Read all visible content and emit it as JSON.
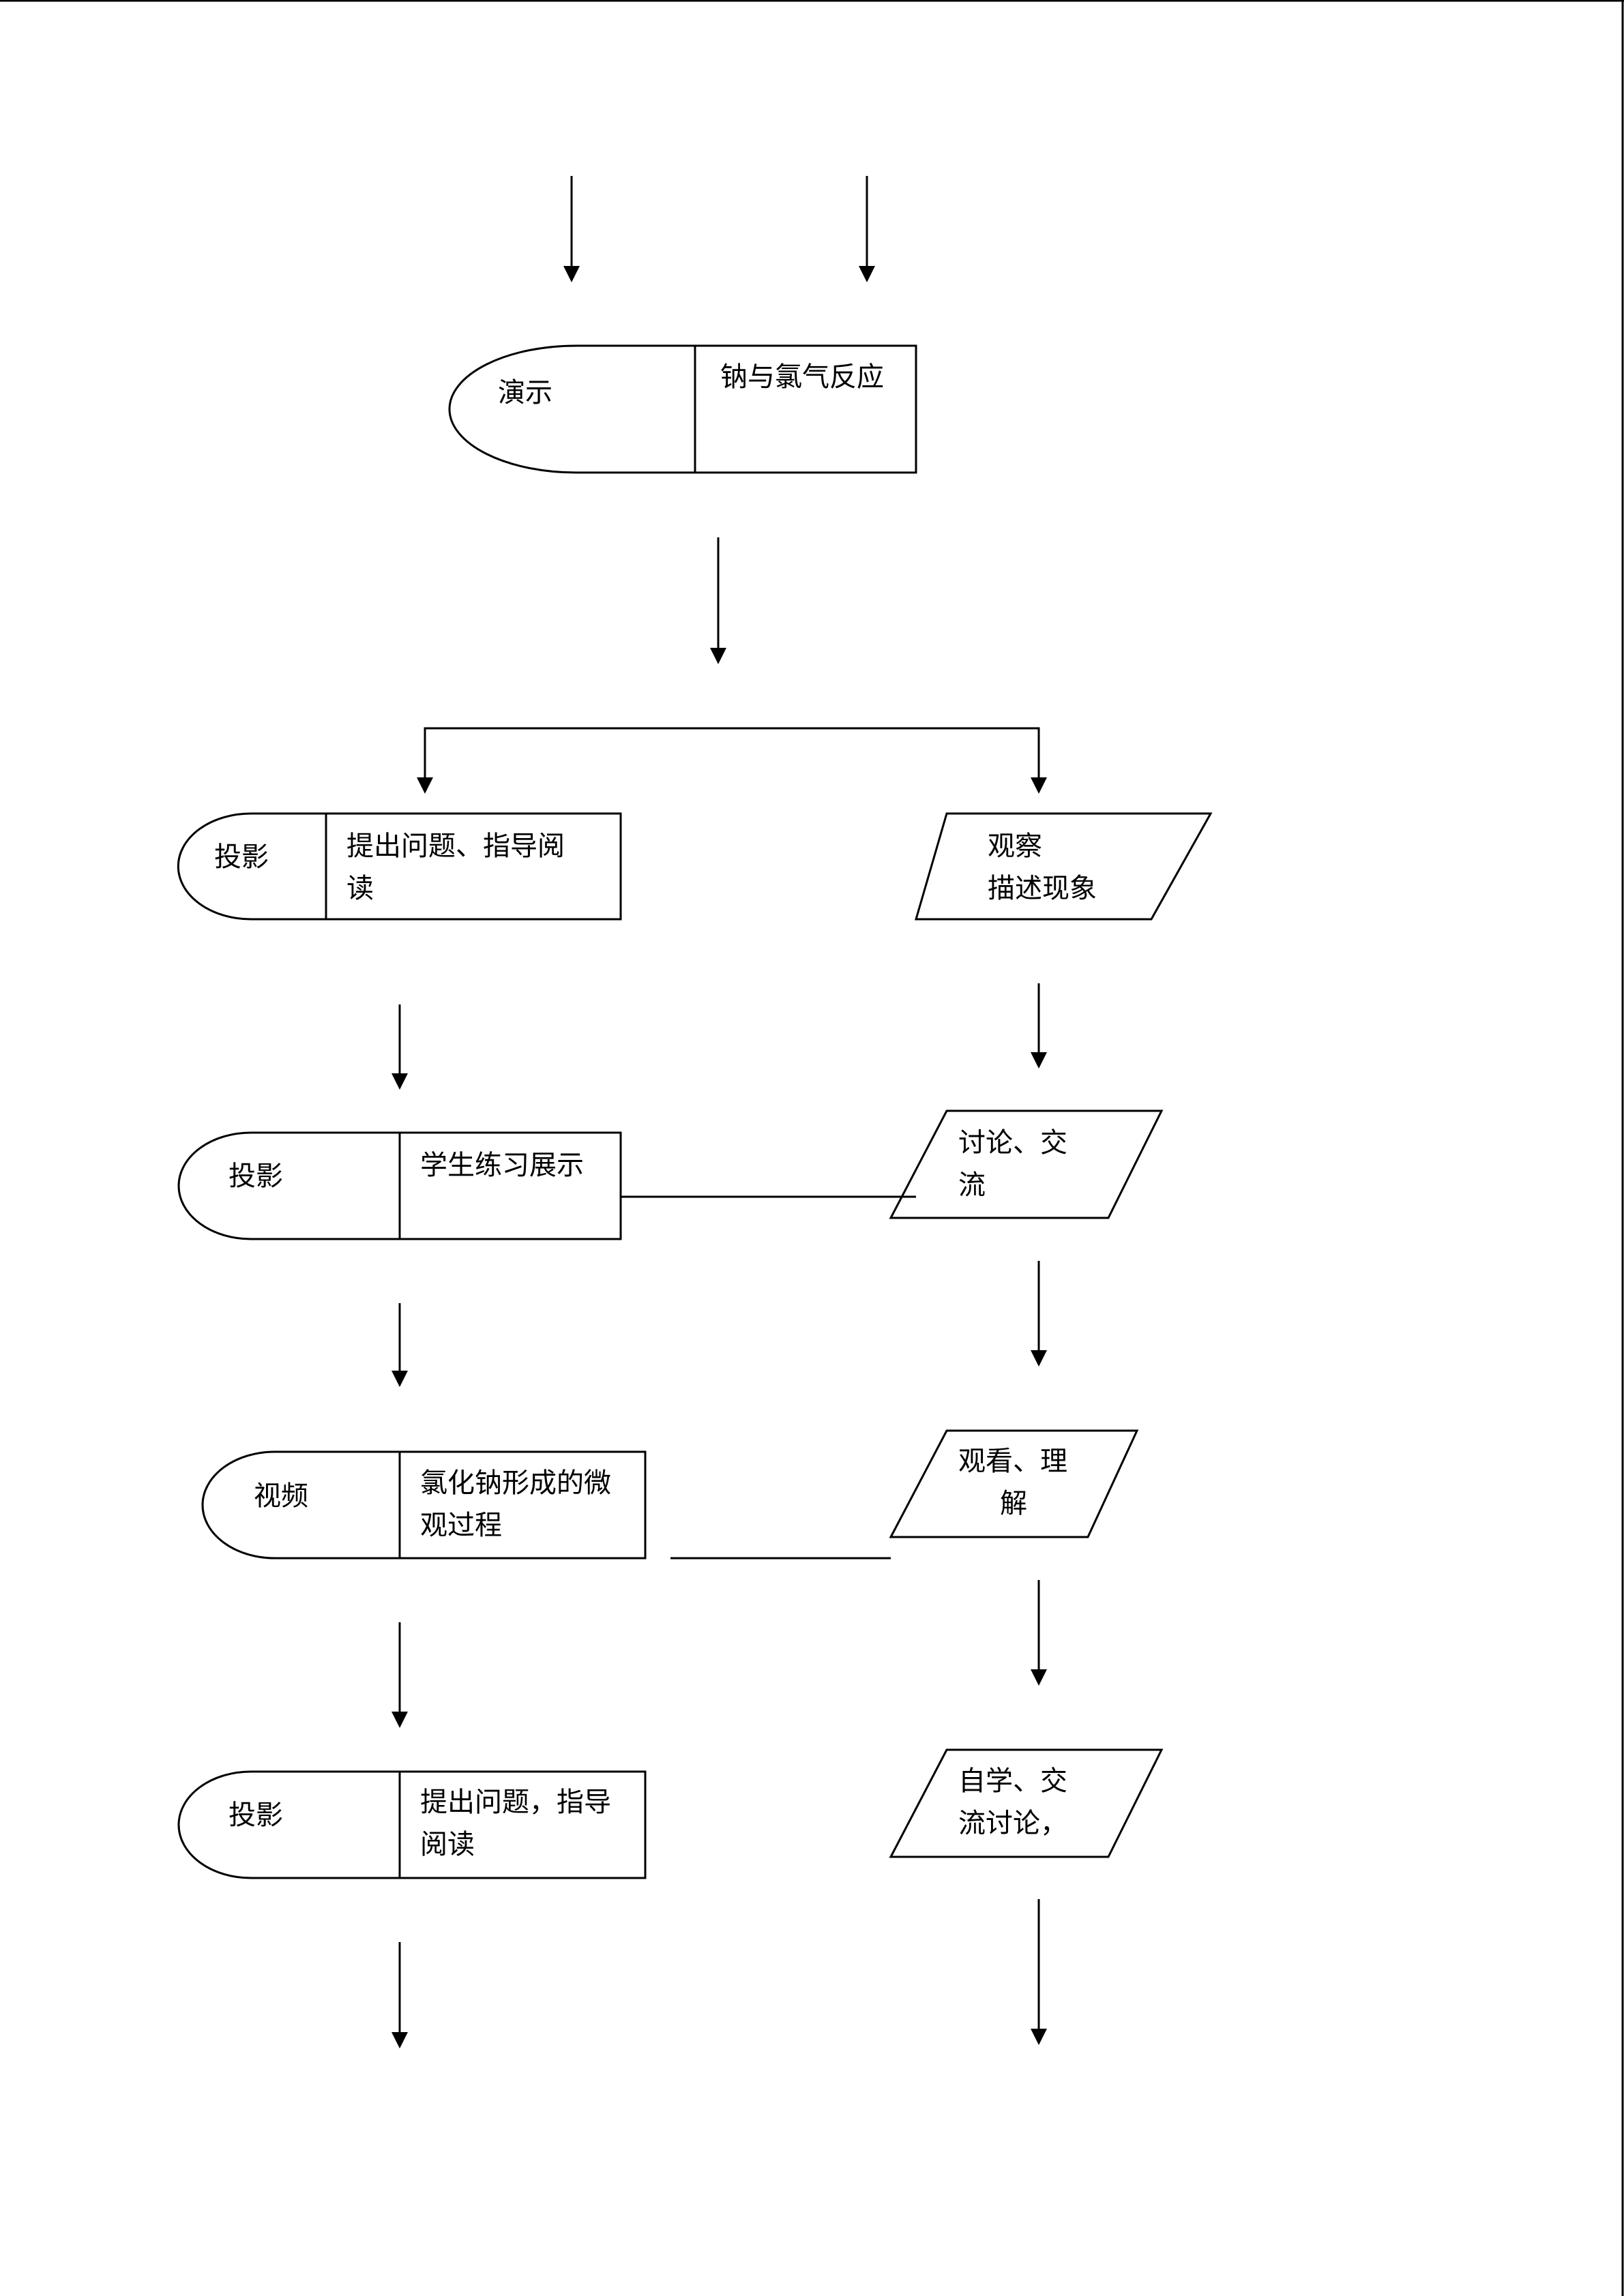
{
  "demo": {
    "tag": "演示",
    "text": "钠与氯气反应"
  },
  "left": [
    {
      "tag": "投影",
      "line1": "提出问题、指导阅",
      "line2": "读"
    },
    {
      "tag": "投影",
      "line1": "学生练习展示",
      "line2": ""
    },
    {
      "tag": "视频",
      "line1": "氯化钠形成的微",
      "line2": "观过程"
    },
    {
      "tag": "投影",
      "line1": "提出问题，指导",
      "line2": "阅读"
    }
  ],
  "right": [
    {
      "line1": "观察",
      "line2": "描述现象"
    },
    {
      "line1": "讨论、交",
      "line2": "流"
    },
    {
      "line1": "观看、理",
      "line2": "解"
    },
    {
      "line1": "自学、交",
      "line2": "流讨论，"
    }
  ]
}
